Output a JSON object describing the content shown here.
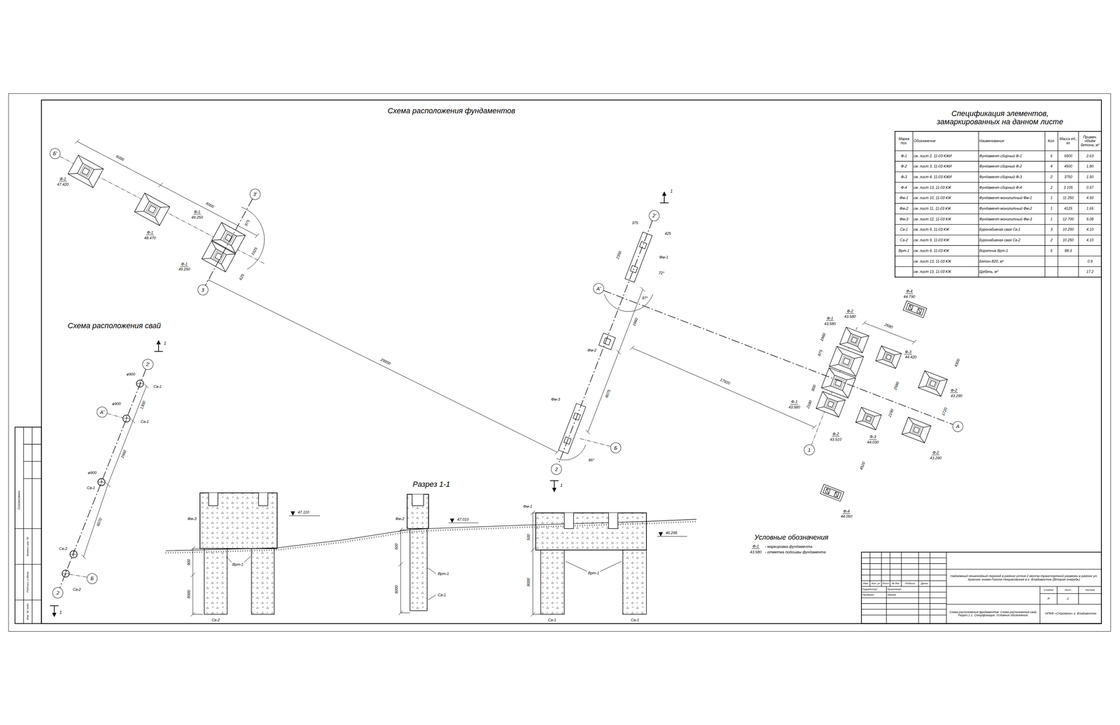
{
  "diagram": {
    "title": "Схема расположения фундаментов",
    "nodes": [
      {
        "text": [
          "Б'"
        ]
      },
      {
        "text": [
          "3'"
        ]
      },
      {
        "text": [
          "3"
        ]
      },
      {
        "text": [
          "2'"
        ]
      },
      {
        "text": [
          "А'"
        ]
      },
      {
        "text": [
          "А"
        ]
      },
      {
        "text": [
          "Б"
        ]
      },
      {
        "text": [
          "1"
        ]
      },
      {
        "text": [
          "2"
        ]
      },
      {
        "text": [
          "2'"
        ]
      },
      {
        "text": [
          "А'"
        ]
      },
      {
        "text": [
          "Б"
        ]
      },
      {
        "text": [
          "2"
        ]
      }
    ],
    "edges": [
      {
        "from": 1,
        "to": 2,
        "arrow": "none"
      },
      {
        "from": 3,
        "to": 8,
        "arrow": "none"
      },
      {
        "from": 4,
        "to": 5,
        "arrow": "none"
      },
      {
        "from": 9,
        "to": 12,
        "arrow": "none"
      }
    ],
    "labels": [
      "Схема расположения свай",
      "Разрез 1-1",
      "Спецификация элементов, замаркированных на данном листе",
      "Условные обозначения",
      "Ф-1",
      "43.580",
      "- маркировка фундамента",
      "- отметка подошвы фундамента",
      "Ф-1",
      "47.420",
      "Ф-1",
      "48.470",
      "Ф-1",
      "49.250",
      "Ф-1",
      "49.250",
      "6000",
      "6000",
      "875",
      "1025",
      "625",
      "29950",
      "375",
      "425",
      "2350",
      "Фм-1",
      "72°",
      "87°",
      "1960",
      "6075",
      "Фм-2",
      "Фм-3",
      "86°",
      "17920",
      "Ф-4",
      "44.790",
      "Ф-2",
      "43.580",
      "Ф-1",
      "43.580",
      "Ф-3",
      "44.420",
      "Ф-1",
      "43.580",
      "Ф-2",
      "43.290",
      "Ф-2",
      "43.510",
      "Ф-3",
      "44.030",
      "Ф-2",
      "43.290",
      "Ф-4",
      "44.050",
      "2680",
      "4300",
      "2580",
      "2190",
      "1720",
      "4520",
      "1960",
      "875",
      "800",
      "2180",
      "1",
      "1",
      "1",
      "1",
      "Св-1",
      "Св-1",
      "Св-1",
      "Св-2",
      "Св-2",
      "ø900",
      "ø900",
      "ø900",
      "1300",
      "1960",
      "6070",
      "Фм-3",
      "47.110",
      "Врт-1",
      "900",
      "8000",
      "Св-2",
      "Фм-2",
      "47.010",
      "500",
      "8000",
      "Врт-1",
      "Св-1",
      "Фм-1",
      "46.295",
      "500",
      "8000",
      "Врт-1",
      "Св-1",
      "Св-1",
      "Согласовано",
      "Взамен инв. №",
      "Подпись и дата",
      "Инв. № подл.",
      "Марка поз.",
      "Обозначение",
      "Наименование",
      "Кол.",
      "Масса ед., кг",
      "Примеч. объём бетона, м³",
      "Ф-1",
      "см. лист 2, 11-03 КЖИ",
      "Фундамент сборный Ф-1",
      "6",
      "6500",
      "2.63",
      "Ф-2",
      "см. лист 3, 11-03 КЖИ",
      "Фундамент сборный Ф-2",
      "4",
      "4500",
      "1.80",
      "Ф-3",
      "см. лист 4, 11-03 КЖИ",
      "Фундамент сборный Ф-3",
      "2",
      "3750",
      "1.50",
      "Ф-4",
      "см. лист 13, 11-03 КЖ",
      "Фундамент сборный Ф-4",
      "2",
      "3 105",
      "0.57",
      "Фм-1",
      "см. лист 10, 11-03 КЖ",
      "Фундамент монолитный Фм-1",
      "1",
      "11 250",
      "4.50",
      "Фм-2",
      "см. лист 11, 11-03 КЖ",
      "Фундамент монолитный Фм-2",
      "1",
      "4125",
      "1.65",
      "Фм-3",
      "см. лист 12, 11-03 КЖ",
      "Фундамент монолитный Фм-3",
      "1",
      "12 700",
      "5.08",
      "Св-1",
      "см. лист 9, 11-03 КЖ",
      "Буронабивная свая Св-1",
      "3",
      "10 250",
      "4.10",
      "Св-2",
      "см. лист 9, 11-03 КЖ",
      "Буронабивная свая Св-2",
      "2",
      "10 250",
      "4.10",
      "Врт-1",
      "см. лист 9, 11-03 КЖ",
      "Воротник Врт-1",
      "5",
      "88.3",
      "см. лист 13, 11-03 КЖ",
      "Бетон В20, м³",
      "0.9",
      "см. лист 13, 11-03 КЖ",
      "Щебень, м³",
      "17.2",
      "Изм.",
      "Кол. уч",
      "Лист",
      "№ док.",
      "Подпись",
      "Дата",
      "Разработал",
      "Прокопенко",
      "Проверил",
      "Зайцев",
      "Надземный пешеходный переход в районе устоя 2 моста транспортной развязки в районе ул. Красное знамя-Гоголя-Некрасовская в г. Владивосток (Вторая очередь)",
      "Стадия",
      "Лист",
      "Листов",
      "Р",
      "2",
      "Схема расположения фундаментов. Схема расположения свай. Разрез 1-1. Спецификация. Условные обозначения.",
      "НПКФ «Стройкон» г. Владивосток"
    ]
  }
}
